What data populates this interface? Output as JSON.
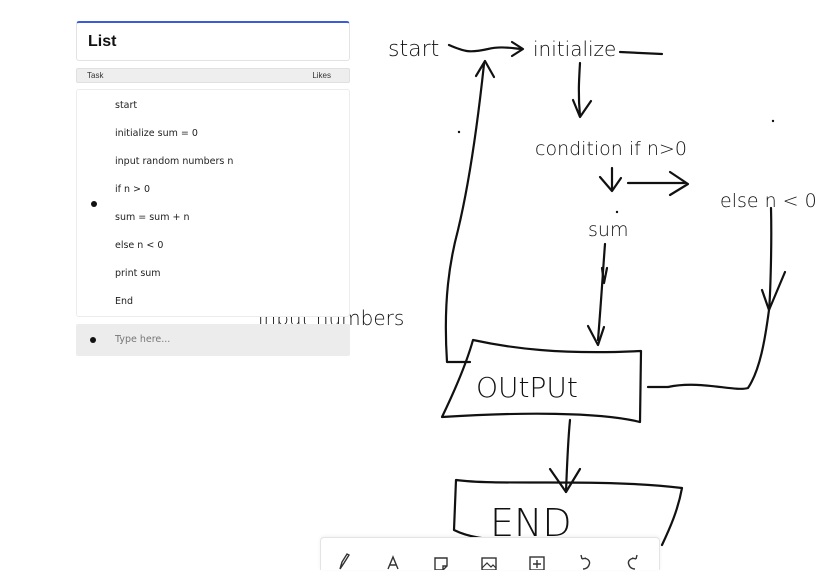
{
  "list_widget": {
    "title": "List",
    "columns": {
      "task": "Task",
      "likes": "Likes"
    },
    "items": [
      "start",
      "initialize sum = 0",
      "input random numbers n",
      "if n > 0",
      "sum = sum + n",
      "else n < 0",
      "print sum",
      "End"
    ],
    "input_placeholder": "Type here..."
  },
  "flowchart": {
    "labels": {
      "start": "start",
      "initialize": "initialize",
      "condition": "condition if n>0",
      "else": "else n < 0",
      "sum": "sum",
      "input_numbers": "input numbers",
      "output": "OUtPUt",
      "end": "END"
    }
  },
  "toolbar": {
    "tools": [
      "pen-icon",
      "text-icon",
      "sticky-note-icon",
      "image-icon",
      "add-frame-icon",
      "undo-icon",
      "redo-icon"
    ]
  }
}
